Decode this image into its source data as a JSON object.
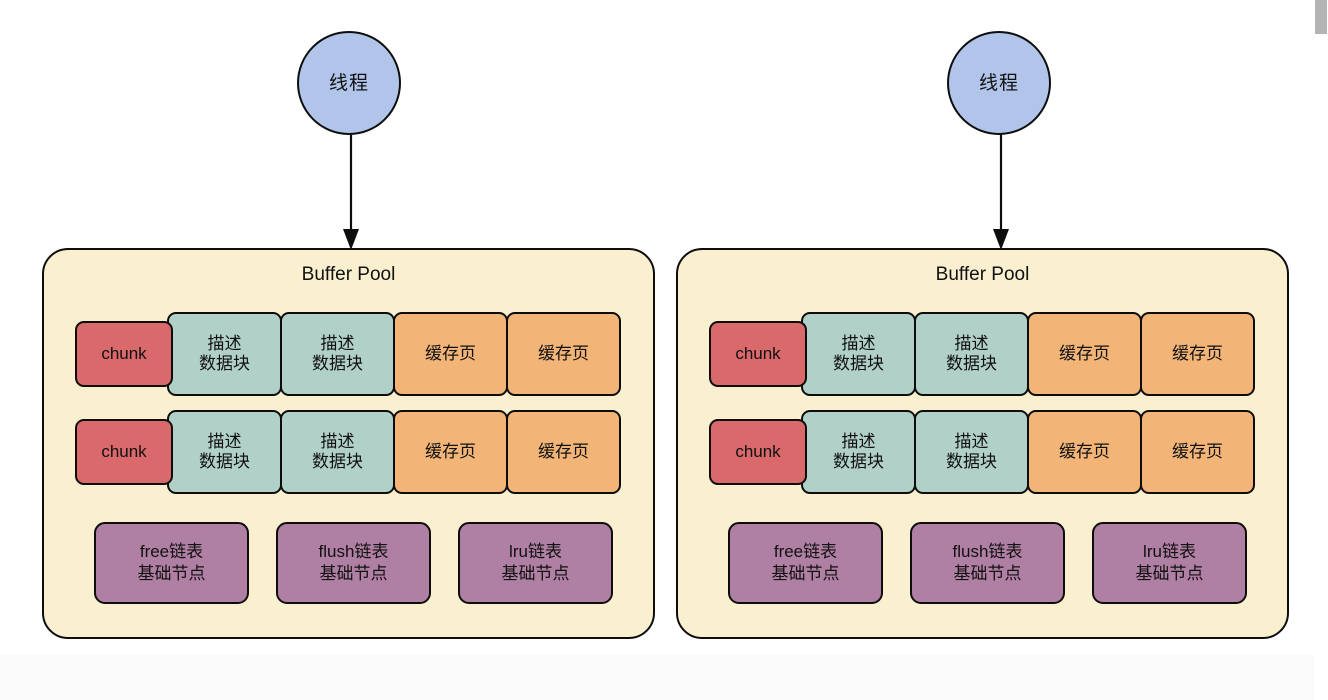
{
  "diagram": {
    "title": "MySQL Buffer Pool chunk structure",
    "colors": {
      "thread_fill": "#b1c4ea",
      "pool_fill": "#faf0cf",
      "chunk_fill": "#d9696a",
      "desc_fill": "#b0d0c8",
      "page_fill": "#f2b577",
      "list_fill": "#b07fa4",
      "stroke": "#0d0d0d"
    },
    "panels": [
      {
        "id": "left",
        "thread": {
          "label": "线程"
        },
        "arrow": {
          "name": "thread-to-pool-arrow"
        },
        "pool": {
          "title": "Buffer Pool",
          "chunk_rows": [
            {
              "cells": [
                {
                  "type": "chunk",
                  "label": "chunk"
                },
                {
                  "type": "desc",
                  "label": "描述\n数据块"
                },
                {
                  "type": "desc",
                  "label": "描述\n数据块"
                },
                {
                  "type": "page",
                  "label": "缓存页"
                },
                {
                  "type": "page",
                  "label": "缓存页"
                }
              ]
            },
            {
              "cells": [
                {
                  "type": "chunk",
                  "label": "chunk"
                },
                {
                  "type": "desc",
                  "label": "描述\n数据块"
                },
                {
                  "type": "desc",
                  "label": "描述\n数据块"
                },
                {
                  "type": "page",
                  "label": "缓存页"
                },
                {
                  "type": "page",
                  "label": "缓存页"
                }
              ]
            }
          ],
          "lists": [
            {
              "label": "free链表\n基础节点"
            },
            {
              "label": "flush链表\n基础节点"
            },
            {
              "label": "lru链表\n基础节点"
            }
          ]
        }
      },
      {
        "id": "right",
        "thread": {
          "label": "线程"
        },
        "arrow": {
          "name": "thread-to-pool-arrow"
        },
        "pool": {
          "title": "Buffer Pool",
          "chunk_rows": [
            {
              "cells": [
                {
                  "type": "chunk",
                  "label": "chunk"
                },
                {
                  "type": "desc",
                  "label": "描述\n数据块"
                },
                {
                  "type": "desc",
                  "label": "描述\n数据块"
                },
                {
                  "type": "page",
                  "label": "缓存页"
                },
                {
                  "type": "page",
                  "label": "缓存页"
                }
              ]
            },
            {
              "cells": [
                {
                  "type": "chunk",
                  "label": "chunk"
                },
                {
                  "type": "desc",
                  "label": "描述\n数据块"
                },
                {
                  "type": "desc",
                  "label": "描述\n数据块"
                },
                {
                  "type": "page",
                  "label": "缓存页"
                },
                {
                  "type": "page",
                  "label": "缓存页"
                }
              ]
            }
          ],
          "lists": [
            {
              "label": "free链表\n基础节点"
            },
            {
              "label": "flush链表\n基础节点"
            },
            {
              "label": "lru链表\n基础节点"
            }
          ]
        }
      }
    ]
  }
}
